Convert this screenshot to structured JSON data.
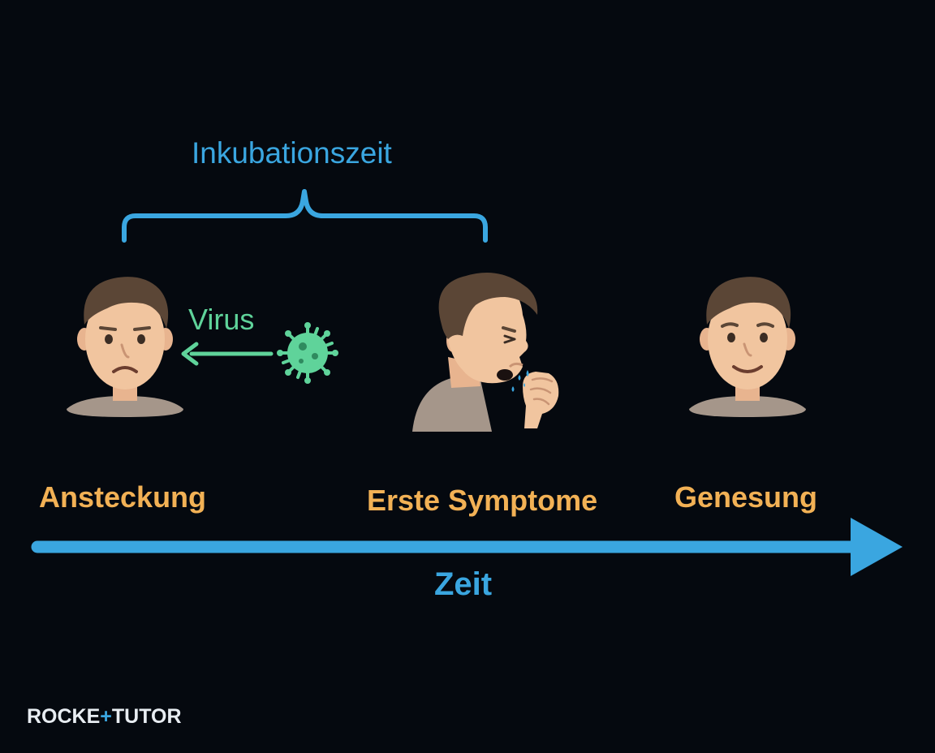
{
  "diagram": {
    "incubation_label": "Inkubationszeit",
    "virus_label": "Virus",
    "stages": [
      {
        "label": "Ansteckung"
      },
      {
        "label": "Erste Symptome"
      },
      {
        "label": "Genesung"
      }
    ],
    "time_axis_label": "Zeit"
  },
  "logo": {
    "part1": "ROCKE",
    "plus": "+",
    "part2": "TUTOR"
  },
  "colors": {
    "background": "#05090f",
    "blue": "#3aa6e0",
    "green": "#5fd39a",
    "orange": "#f2b155",
    "skin": "#f1c59f",
    "hair": "#5b4636",
    "shirt": "#a5968a"
  },
  "icons": [
    "person-sad-icon",
    "person-coughing-icon",
    "person-smiling-icon",
    "virus-icon",
    "arrow-left-icon"
  ]
}
